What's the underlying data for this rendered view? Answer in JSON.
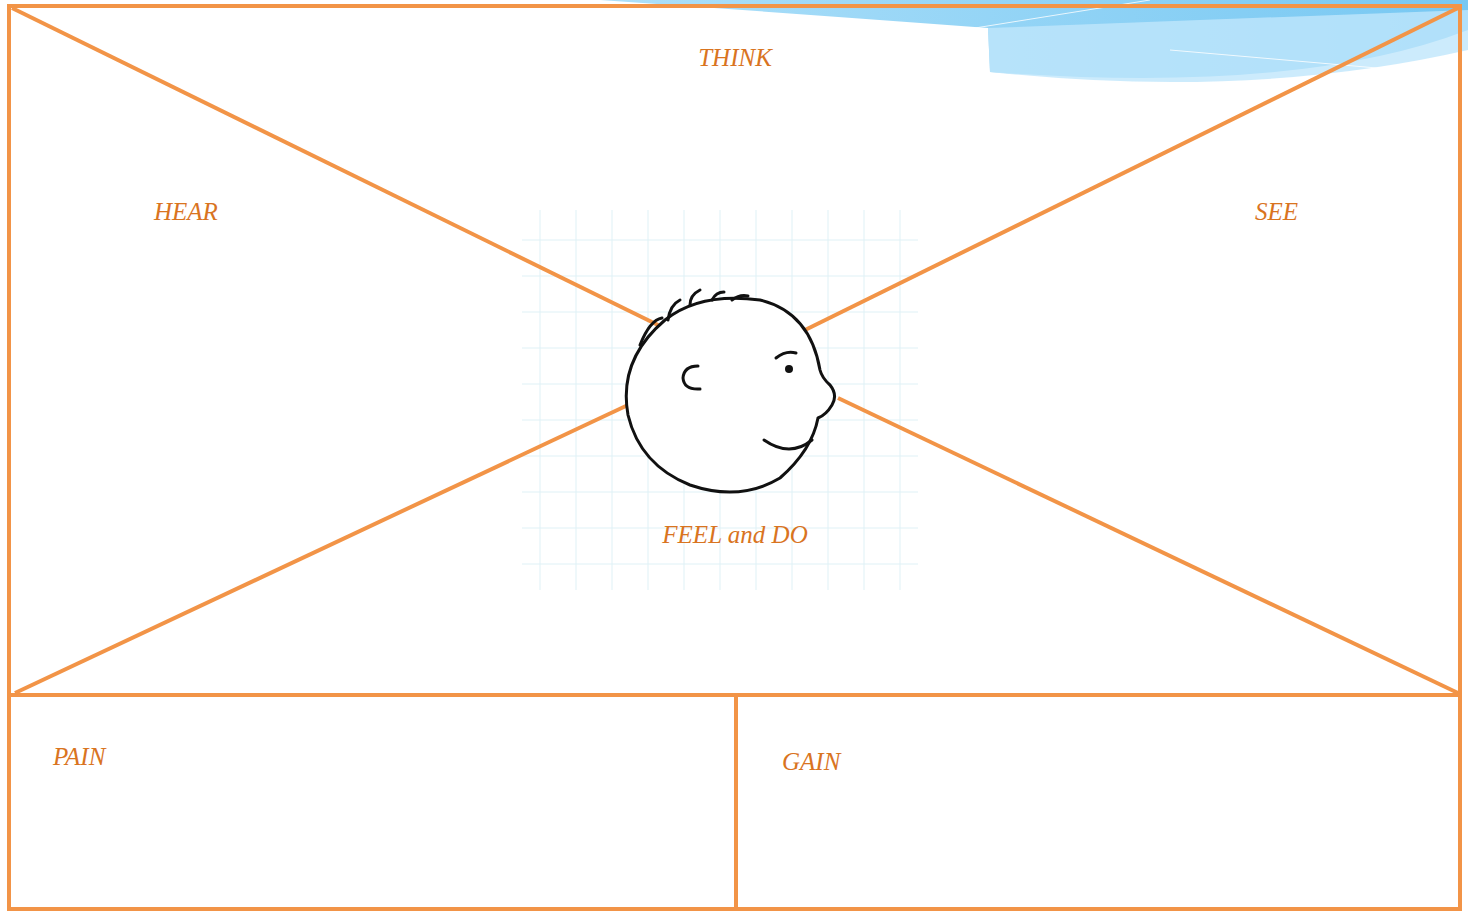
{
  "diagram": {
    "nodes": [
      {
        "text": [
          "THINK"
        ]
      },
      {
        "text": [
          "HEAR"
        ]
      },
      {
        "text": [
          "SEE"
        ]
      },
      {
        "text": [
          "FEEL and DO"
        ]
      },
      {
        "text": [
          "PAIN"
        ]
      },
      {
        "text": [
          "GAIN"
        ]
      }
    ]
  }
}
